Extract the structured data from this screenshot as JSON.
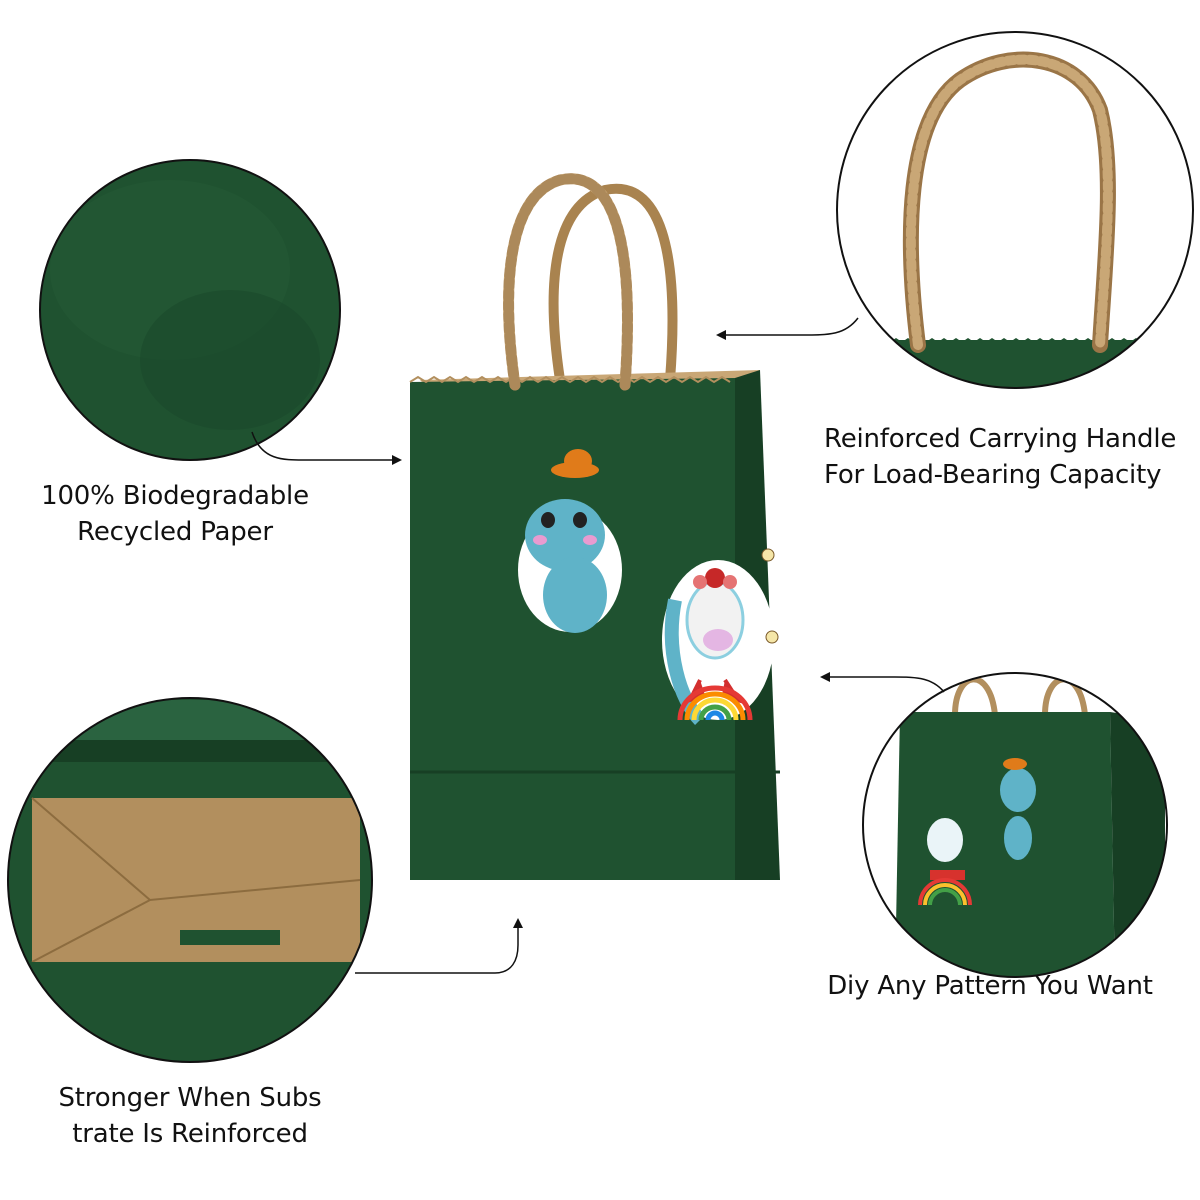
{
  "callouts": {
    "paper": {
      "icon": "recycled-paper-texture",
      "line1": "100% Biodegradable",
      "line2": "Recycled Paper"
    },
    "handle": {
      "icon": "twisted-paper-handle",
      "line1": "Reinforced Carrying Handle",
      "line2": "For Load-Bearing Capacity"
    },
    "diy": {
      "icon": "sticker-decorated-bag",
      "line1": "Diy Any Pattern You Want"
    },
    "base": {
      "icon": "reinforced-bag-bottom",
      "line1": "Stronger When Subs",
      "line2": "trate Is Reinforced"
    }
  },
  "colors": {
    "bag_green": "#1f5230",
    "bag_green_dark": "#173f24",
    "kraft": "#b28f5e",
    "kraft_light": "#c9a776"
  }
}
